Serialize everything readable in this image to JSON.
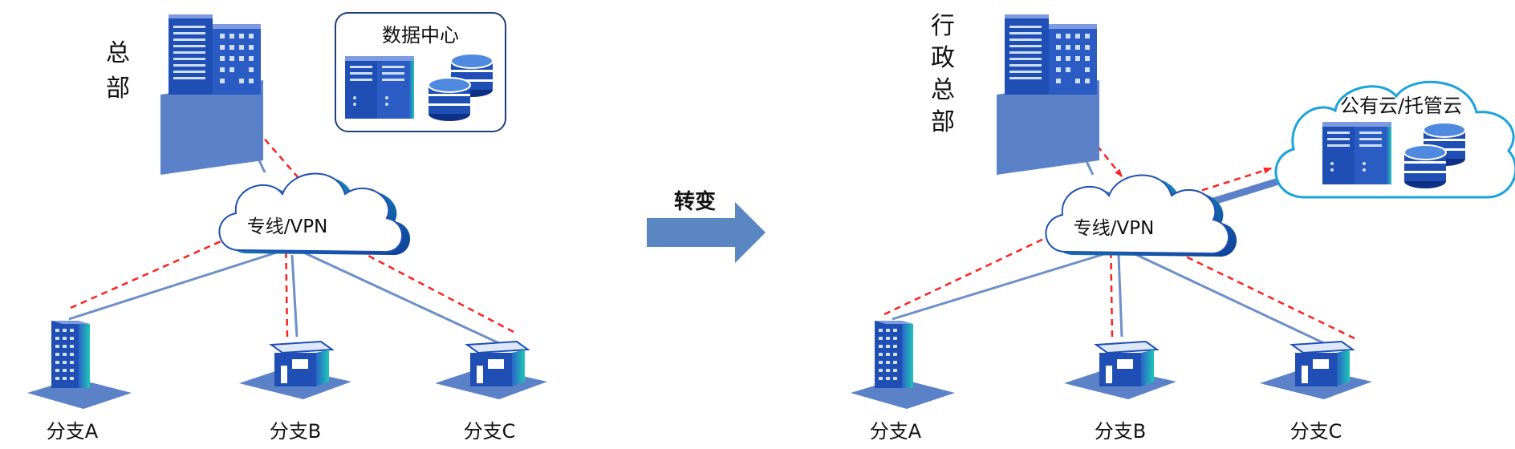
{
  "left": {
    "hq_label": [
      "总",
      "部"
    ],
    "datacenter_label": "数据中心",
    "network_label": "专线/VPN",
    "branches": [
      "分支A",
      "分支B",
      "分支C"
    ]
  },
  "middle": {
    "transition_label": "转变"
  },
  "right": {
    "hq_label": [
      "行",
      "政",
      "总",
      "部"
    ],
    "cloud_label": "公有云/托管云",
    "network_label": "专线/VPN",
    "branches": [
      "分支A",
      "分支B",
      "分支C"
    ]
  },
  "colors": {
    "building_blue": "#1f4fb5",
    "building_dark": "#0e2f86",
    "platform": "#5b82c9",
    "link_line": "#6f8fc8",
    "flow_arrow": "#ff2020",
    "cloud_outline": "#1ba3dc",
    "transition_arrow": "#5a86c2"
  }
}
